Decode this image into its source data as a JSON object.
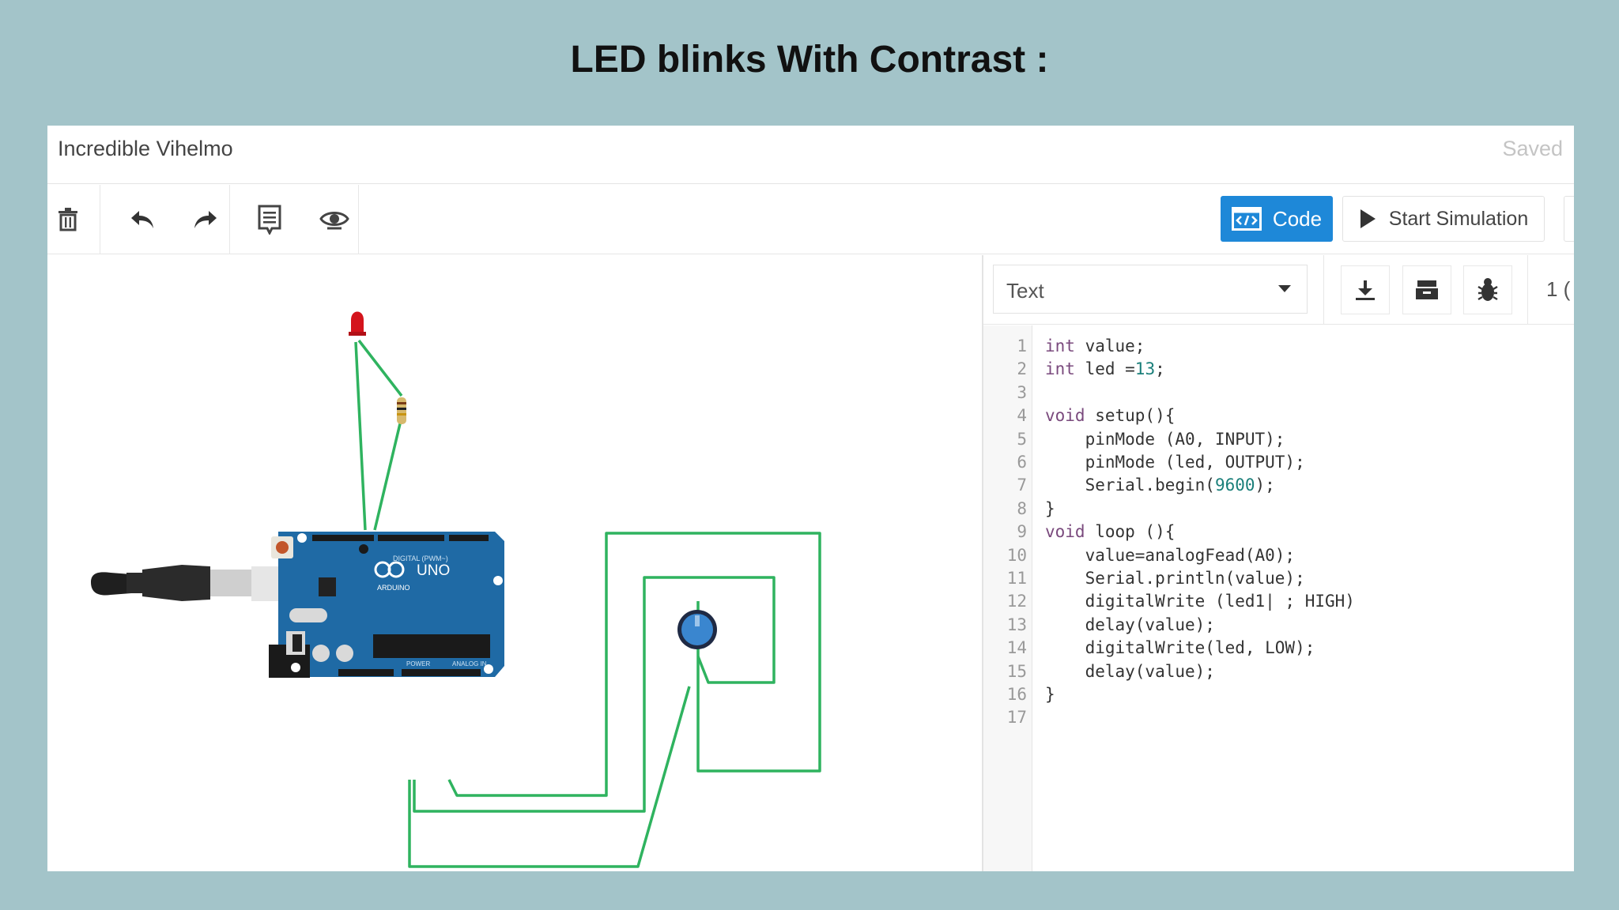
{
  "slide": {
    "title": "LED blinks With Contrast :"
  },
  "window": {
    "project_name": "Incredible Vihelmo",
    "status": "Saved"
  },
  "toolbar": {
    "code_label": "Code",
    "start_simulation_label": "Start Simulation"
  },
  "code_panel": {
    "mode": "Text",
    "counter": "1 (",
    "line_numbers": [
      "1",
      "2",
      "3",
      "4",
      "5",
      "6",
      "7",
      "8",
      "9",
      "10",
      "11",
      "12",
      "13",
      "14",
      "15",
      "16",
      "17"
    ],
    "lines": [
      [
        {
          "t": "int",
          "c": "kw"
        },
        {
          "t": " value;"
        }
      ],
      [
        {
          "t": "int",
          "c": "kw"
        },
        {
          "t": " led ="
        },
        {
          "t": "13",
          "c": "num"
        },
        {
          "t": ";"
        }
      ],
      [],
      [
        {
          "t": "void",
          "c": "kw"
        },
        {
          "t": " setup(){"
        }
      ],
      [
        {
          "t": "    pinMode (A0, INPUT);"
        }
      ],
      [
        {
          "t": "    pinMode (led, OUTPUT);"
        }
      ],
      [
        {
          "t": "    Serial.begin("
        },
        {
          "t": "9600",
          "c": "num"
        },
        {
          "t": ");"
        }
      ],
      [
        {
          "t": "}"
        }
      ],
      [
        {
          "t": "void",
          "c": "kw"
        },
        {
          "t": " loop (){"
        }
      ],
      [
        {
          "t": "    value=analogFead(A0);"
        }
      ],
      [
        {
          "t": "    Serial.println(value);"
        }
      ],
      [
        {
          "t": "    digitalWrite (led1| ; HIGH)"
        }
      ],
      [
        {
          "t": "    delay(value);"
        }
      ],
      [
        {
          "t": "    digitalWrite(led, LOW);"
        }
      ],
      [
        {
          "t": "    delay(value);"
        }
      ],
      [
        {
          "t": "}"
        }
      ],
      []
    ]
  },
  "board": {
    "brand_text": "ARDUINO",
    "model_text": "UNO",
    "header_top_text": "DIGITAL (PWM~)",
    "power_text": "POWER",
    "analog_text": "ANALOG IN"
  },
  "colors": {
    "accent": "#1e88d8",
    "wire": "#2fb35f",
    "board": "#1f6aa5",
    "led": "#d4141c"
  }
}
